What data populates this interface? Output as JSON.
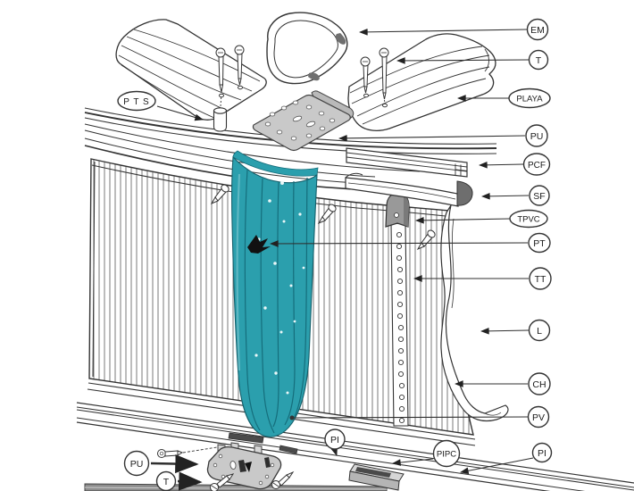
{
  "figure": {
    "kind": "exploded parts diagram",
    "subject": "pool wall assembly with part code callouts"
  },
  "labels": {
    "pts": "P T S",
    "em": "EM",
    "t_top": "T",
    "playa": "PLAYA",
    "pu_top": "PU",
    "pcf": "PCF",
    "sf": "SF",
    "tpvc": "TPVC",
    "pt": "PT",
    "tt": "TT",
    "l": "L",
    "ch": "CH",
    "pv": "PV",
    "pi_right": "PI",
    "pipc": "PIPC",
    "pi_center": "PI",
    "pu_bottom": "PU",
    "t_bottom": "T"
  },
  "colors": {
    "liner_teal": "#2b9fad",
    "liner_fold": "#156e7c",
    "liner_highlight": "#5fb7c2",
    "outline": "#333333",
    "part_gray": "#c9c9c9",
    "dark_gray": "#6e6e6e"
  }
}
